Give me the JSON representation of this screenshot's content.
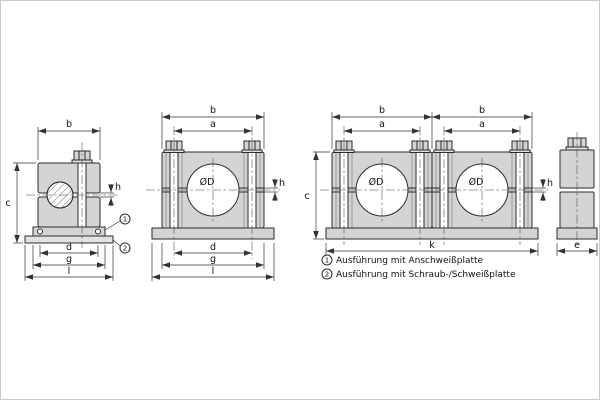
{
  "diagram": {
    "labels": {
      "a": "a",
      "b": "b",
      "c": "c",
      "d": "d",
      "e": "e",
      "g": "g",
      "h": "h",
      "k": "k",
      "l": "l",
      "diaD": "ØD"
    },
    "callouts": {
      "c1": "1",
      "c2": "2"
    },
    "legend": [
      {
        "marker": "1",
        "text": "Ausführung mit Anschweißplatte"
      },
      {
        "marker": "2",
        "text": "Ausführung mit Schraub-/Schweißplatte"
      }
    ]
  }
}
